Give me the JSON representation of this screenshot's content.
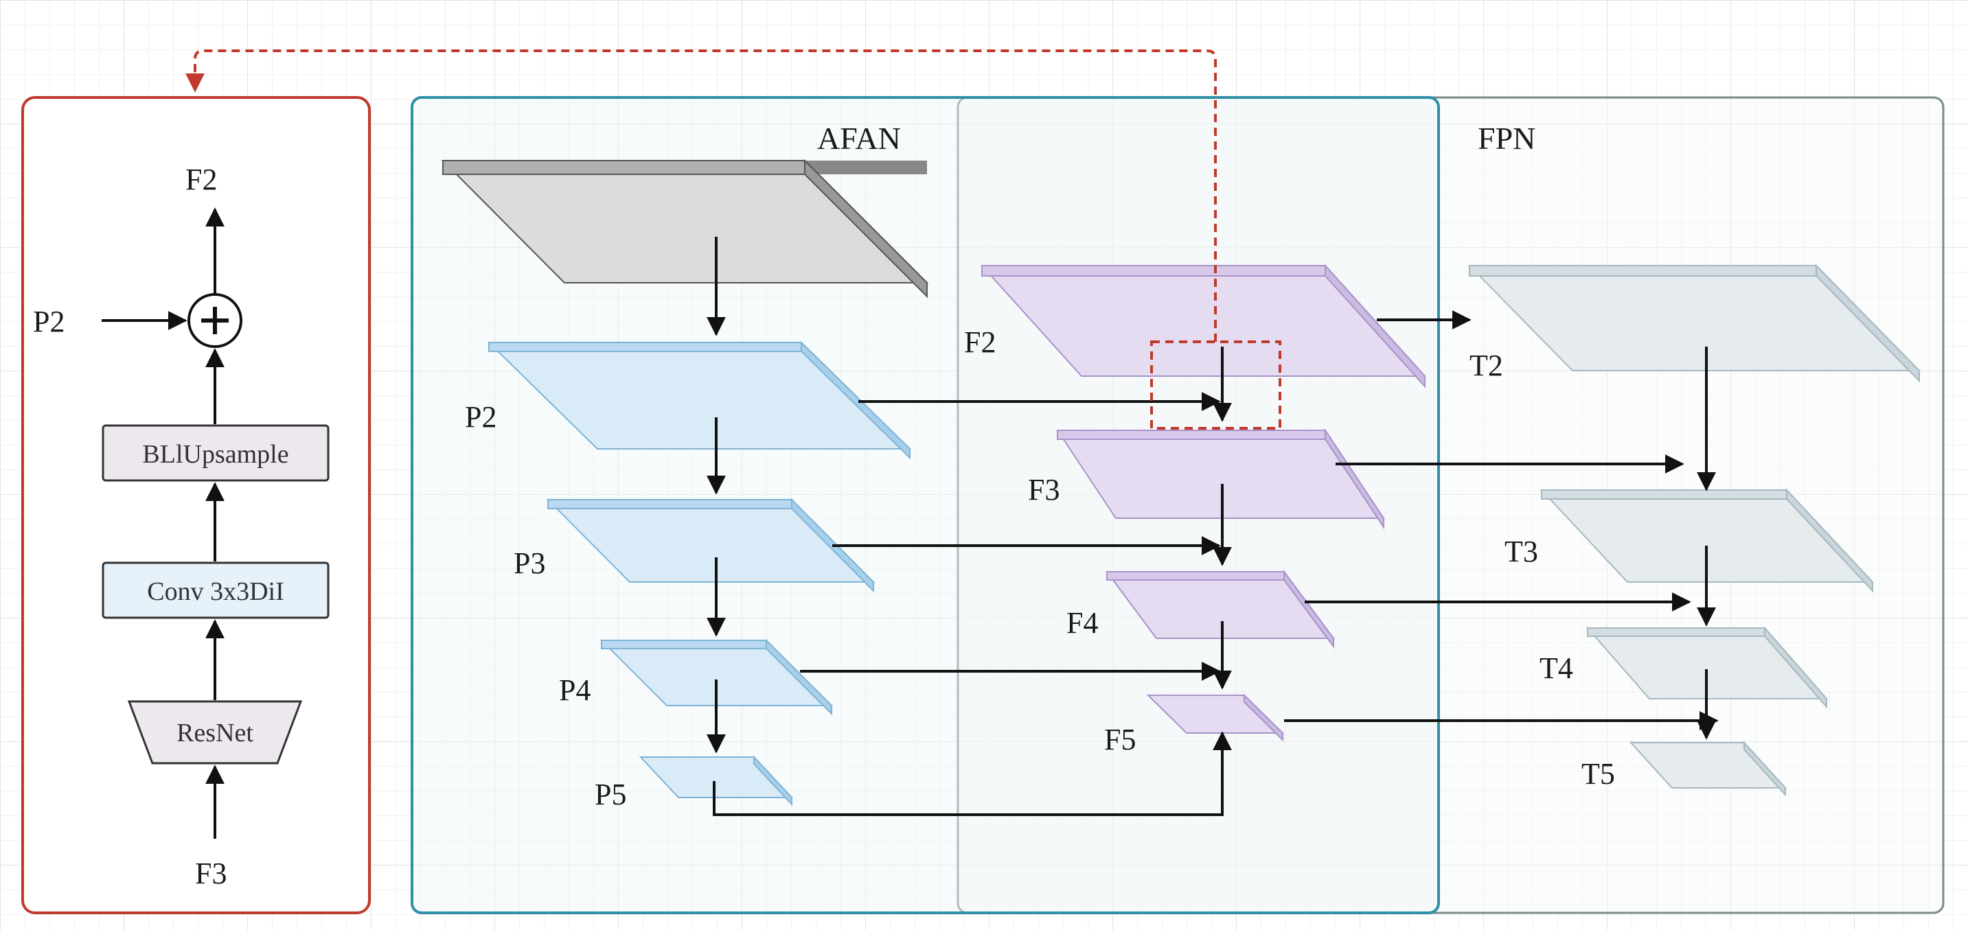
{
  "left_panel": {
    "output_label": "F2",
    "side_input_label": "P2",
    "upsample_label": "BLlUpsample",
    "conv_label": "Conv 3x3DiI",
    "backbone_label": "ResNet",
    "input_label": "F3"
  },
  "regions": {
    "afan_title": "AFAN",
    "fpn_title": "FPN"
  },
  "p_layers": [
    "P2",
    "P3",
    "P4",
    "P5"
  ],
  "f_layers": [
    "F2",
    "F3",
    "F4",
    "F5"
  ],
  "t_layers": [
    "T2",
    "T3",
    "T4",
    "T5"
  ],
  "colors": {
    "left_panel_border": "#c0392b",
    "afan_border": "#2e8fa6",
    "fpn_border": "#7a8a8a",
    "input_layer": "#d5d5d5",
    "p_layer": "#d8ebf7",
    "f_layer": "#e5dcf2",
    "t_layer": "#e6ecee",
    "arrow": "#111111",
    "highlight": "#c0392b"
  }
}
